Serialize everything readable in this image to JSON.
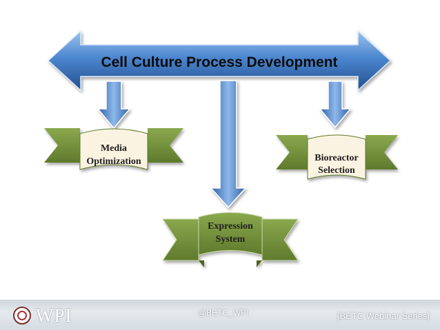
{
  "diagram": {
    "title": "Cell Culture Process Development",
    "nodes": [
      {
        "id": "media",
        "lines": [
          "Media",
          "Optimization"
        ]
      },
      {
        "id": "bioreactor",
        "lines": [
          "Bioreactor",
          "Selection"
        ]
      },
      {
        "id": "expression",
        "lines": [
          "Expression",
          "System"
        ]
      }
    ],
    "edges": [
      {
        "from": "title",
        "to": "media"
      },
      {
        "from": "title",
        "to": "expression"
      },
      {
        "from": "title",
        "to": "bioreactor"
      }
    ]
  },
  "footer": {
    "logo_text": "WPI",
    "handle": "@BETC_WPI",
    "series": "[BETC Webinar Series]"
  },
  "colors": {
    "arrow_blue": "#3e78c4",
    "banner_green": "#76923c",
    "label_fill": "#fbf3e1"
  }
}
